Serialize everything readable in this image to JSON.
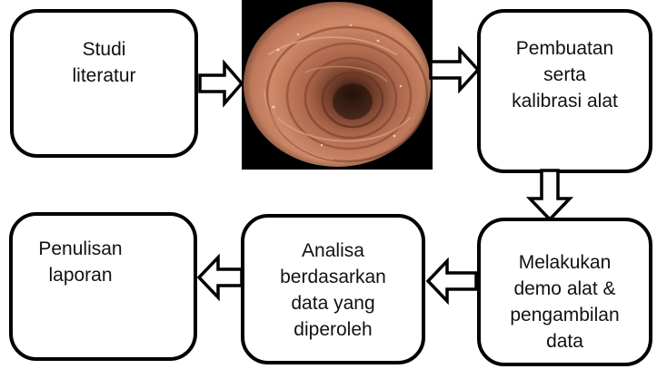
{
  "flow": {
    "step1": "Studi\nliteratur",
    "step3": "Pembuatan\nserta\nkalibrasi alat",
    "step4": "Melakukan\ndemo alat &\npengambilan\ndata",
    "step5": "Analisa\nberdasarkan\ndata yang\ndiperoleh",
    "step6": "Penulisan\nlaporan"
  },
  "image": {
    "subject": "colon-endoscopy-photo"
  },
  "colors": {
    "border": "#000000",
    "tissue": "#c98262",
    "background": "#ffffff"
  }
}
